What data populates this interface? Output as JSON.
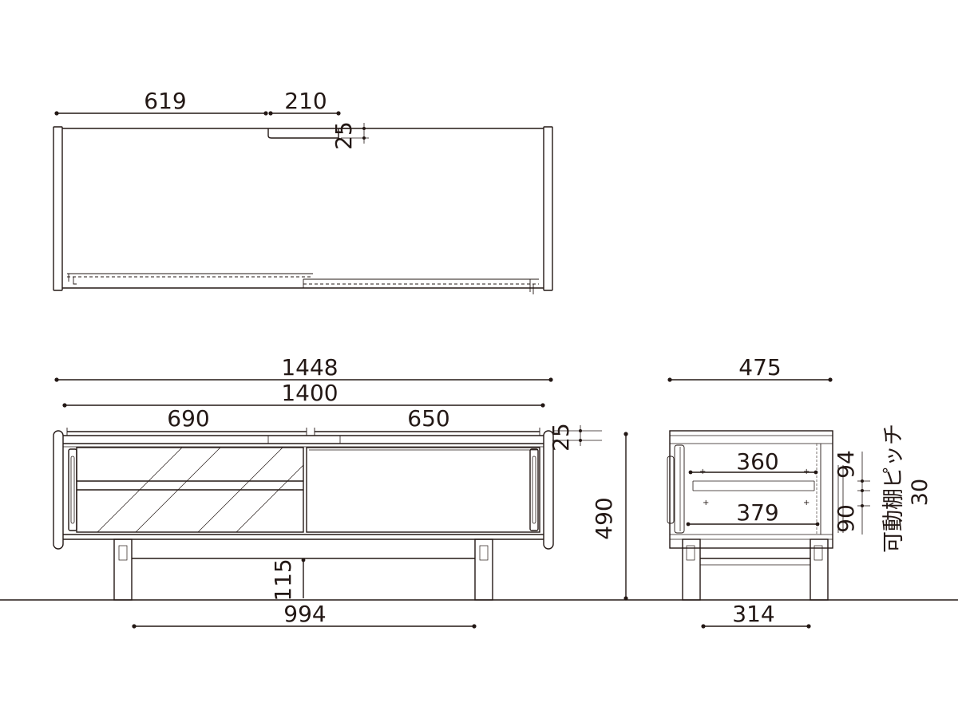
{
  "top_view": {
    "width_dim": "619",
    "handle_dim": "210",
    "handle_depth_dim": "25"
  },
  "front_view": {
    "overall_width": "1448",
    "inner_width": "1400",
    "left_door": "690",
    "right_door": "650",
    "top_thickness": "25",
    "overall_height": "490",
    "leg_height": "115",
    "leg_span": "994"
  },
  "side_view": {
    "overall_depth": "475",
    "shelf_depth_top": "360",
    "shelf_depth_bottom": "379",
    "shelf_gap_top": "94",
    "shelf_gap_bottom": "90",
    "leg_span_depth": "314",
    "shelf_pitch_label": "可動棚ピッチ",
    "shelf_pitch_value": "30"
  },
  "colors": {
    "line": "#231815",
    "background": "#ffffff"
  }
}
